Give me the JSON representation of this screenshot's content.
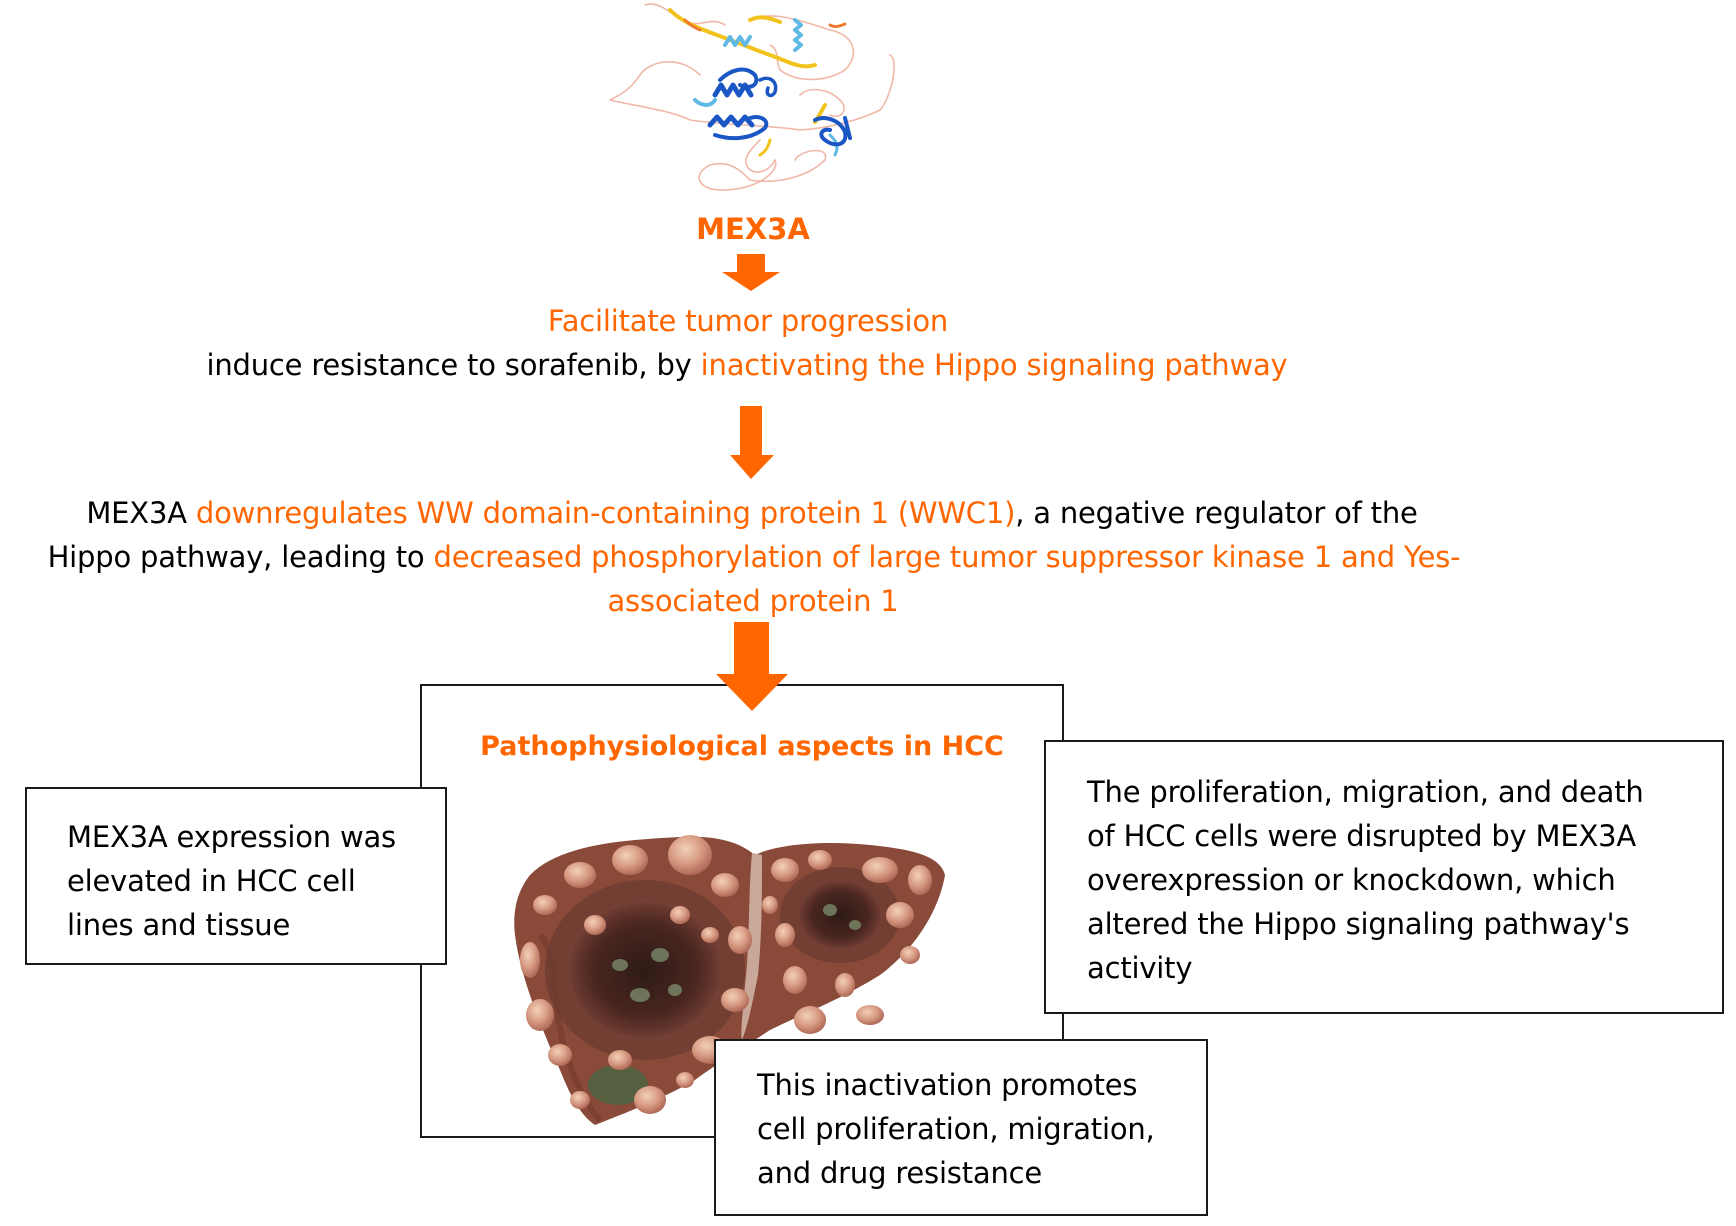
{
  "protein": {
    "label": "MEX3A",
    "structure_icon": "protein-structure-ribbon-icon"
  },
  "step1": {
    "line1": "Facilitate tumor progression",
    "line2_black": "induce resistance to sorafenib, by ",
    "line2_orange": "inactivating the Hippo signaling pathway"
  },
  "step2": {
    "l1_a": "MEX3A ",
    "l1_b": "downregulates WW domain-containing protein 1 (WWC1)",
    "l1_c": ", a negative regulator of the",
    "l2_a": "Hippo pathway, leading to ",
    "l2_b": "decreased phosphorylation of large tumor suppressor kinase 1 and Yes-",
    "l3": "associated protein 1"
  },
  "center_box": {
    "title": "Pathophysiological aspects in HCC",
    "image_icon": "liver-with-tumors-icon"
  },
  "left_box": {
    "lines": [
      "MEX3A expression was",
      "elevated in HCC cell",
      "lines and tissue"
    ]
  },
  "right_box": {
    "lines": [
      "The proliferation, migration, and death",
      "of HCC cells were disrupted by MEX3A",
      "overexpression or knockdown, which",
      "altered the Hippo signaling pathway's",
      "activity"
    ]
  },
  "bottom_box": {
    "lines": [
      "This inactivation promotes",
      "cell proliferation, migration,",
      "and drug resistance"
    ]
  },
  "colors": {
    "accent": "#FF6600",
    "text": "#000000",
    "border": "#1a1a1a"
  }
}
